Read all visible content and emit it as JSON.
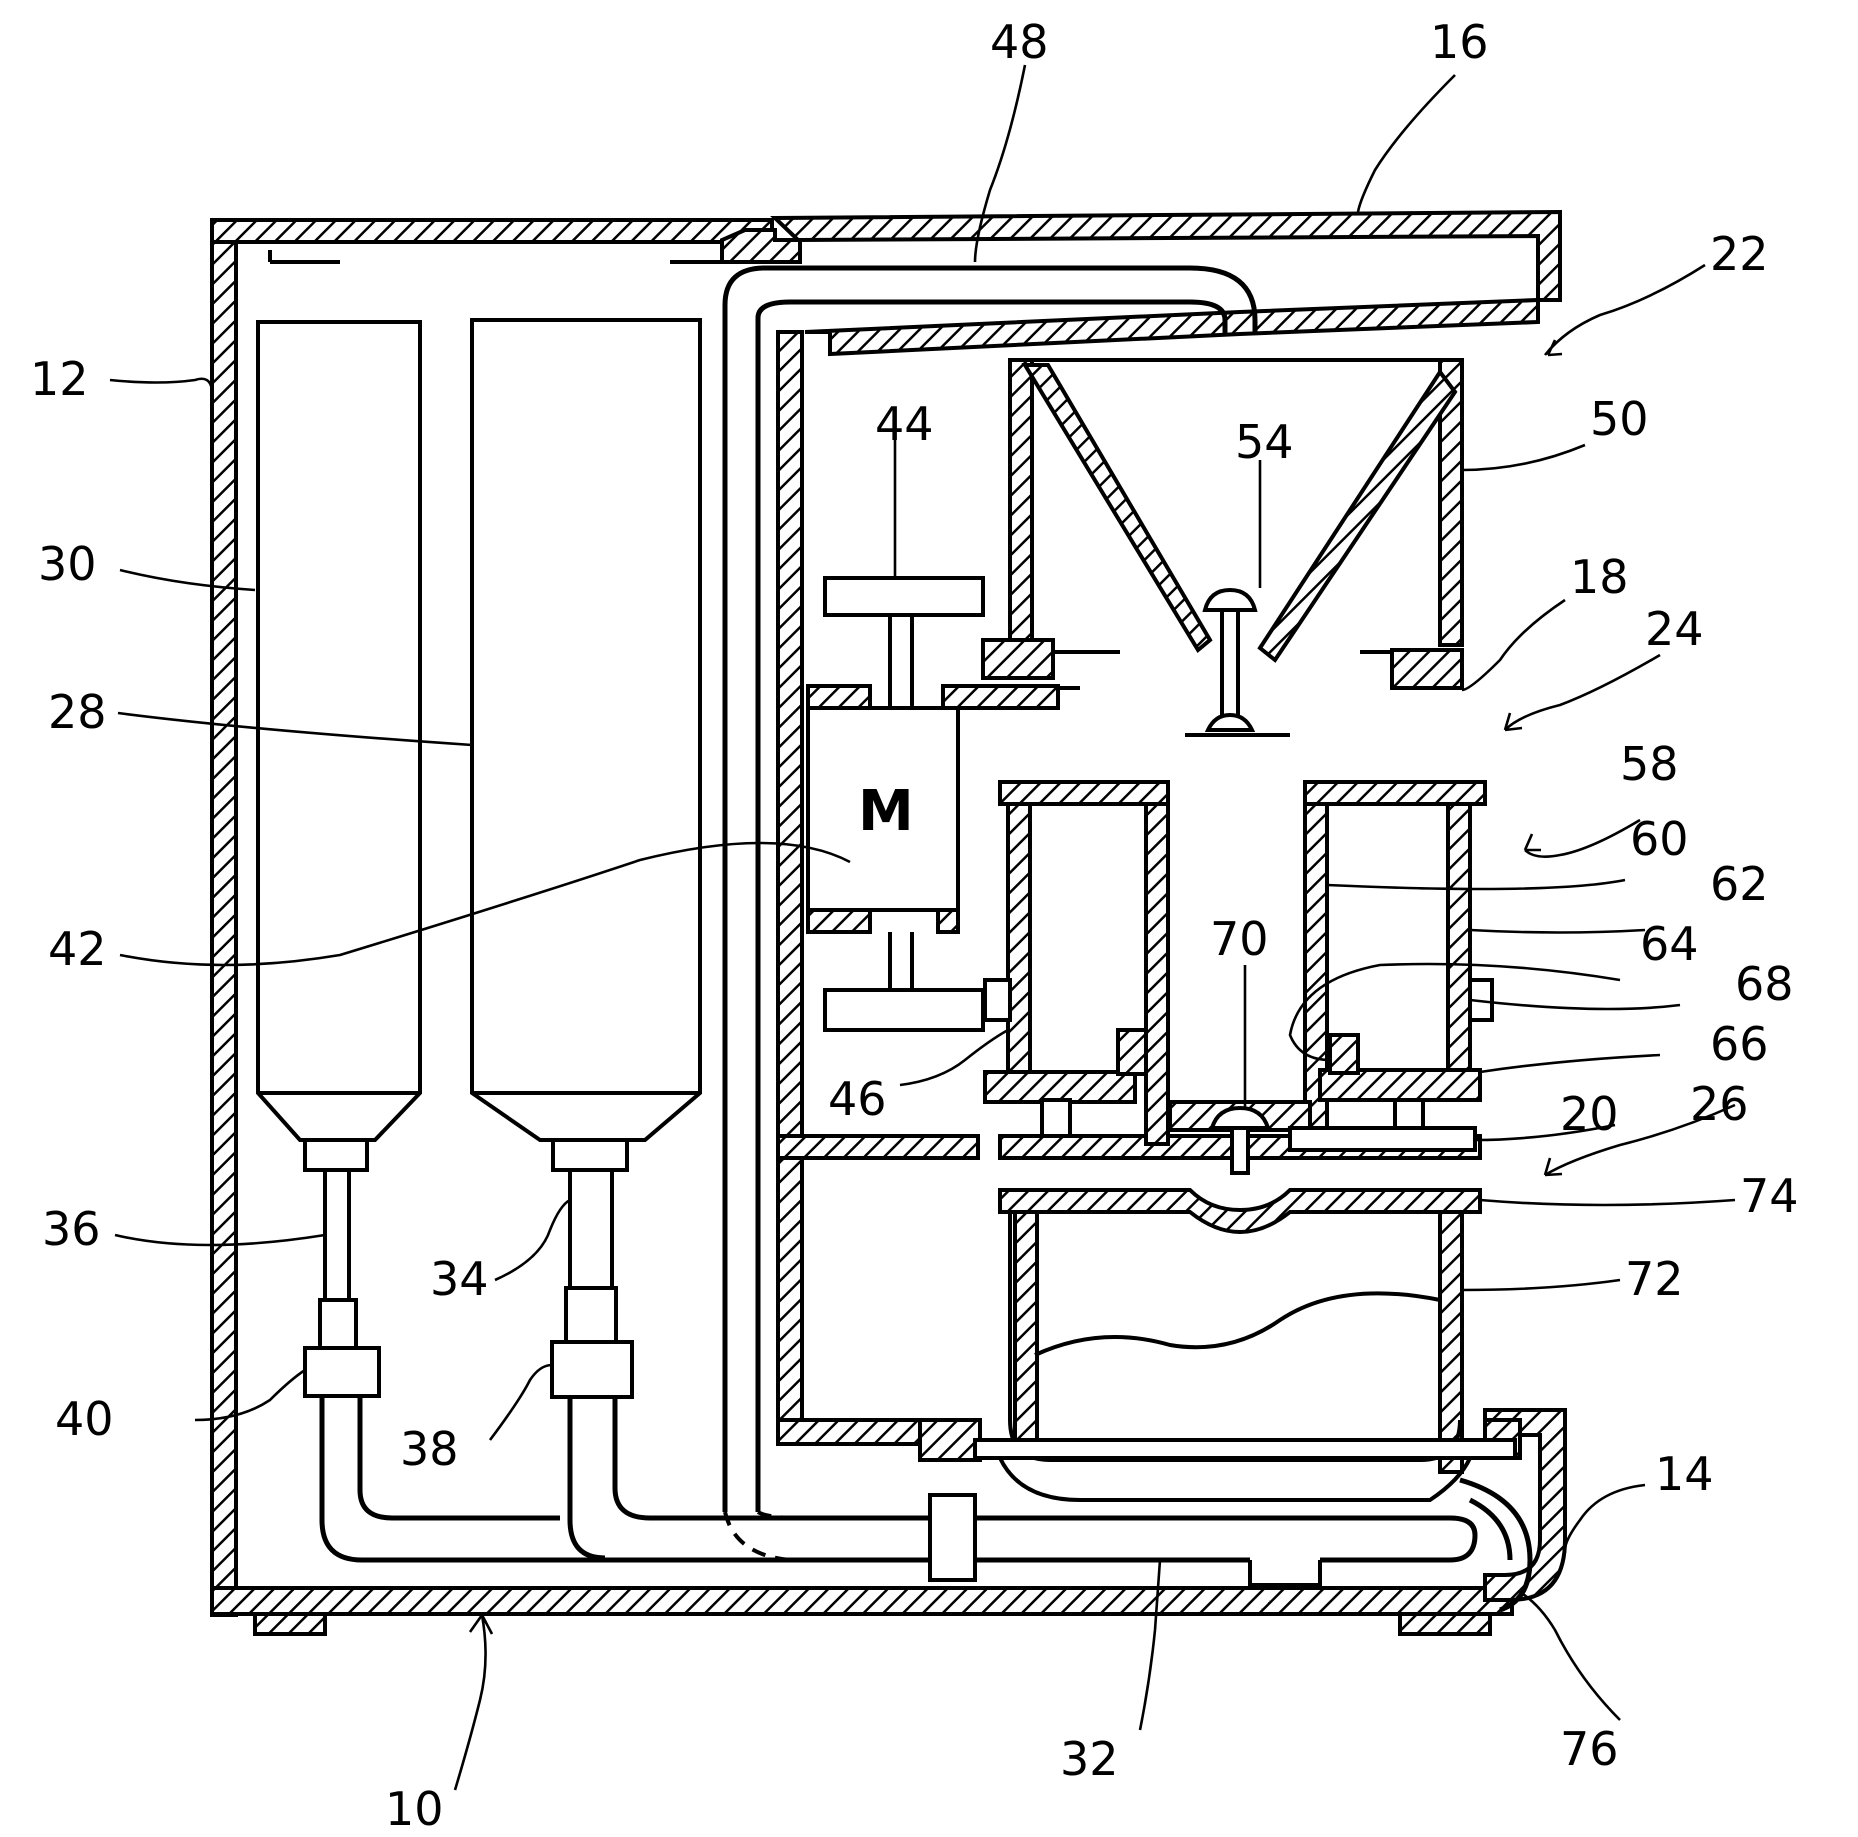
{
  "diagram": {
    "motor_label": "M",
    "labels": [
      {
        "id": "l48",
        "text": "48"
      },
      {
        "id": "l16",
        "text": "16"
      },
      {
        "id": "l22",
        "text": "22"
      },
      {
        "id": "l12",
        "text": "12"
      },
      {
        "id": "l44",
        "text": "44"
      },
      {
        "id": "l54",
        "text": "54"
      },
      {
        "id": "l50",
        "text": "50"
      },
      {
        "id": "l30",
        "text": "30"
      },
      {
        "id": "l18",
        "text": "18"
      },
      {
        "id": "l24",
        "text": "24"
      },
      {
        "id": "l28",
        "text": "28"
      },
      {
        "id": "l58",
        "text": "58"
      },
      {
        "id": "l60",
        "text": "60"
      },
      {
        "id": "l62",
        "text": "62"
      },
      {
        "id": "l42",
        "text": "42"
      },
      {
        "id": "l70",
        "text": "70"
      },
      {
        "id": "l64",
        "text": "64"
      },
      {
        "id": "l68",
        "text": "68"
      },
      {
        "id": "l66",
        "text": "66"
      },
      {
        "id": "l46",
        "text": "46"
      },
      {
        "id": "l20",
        "text": "20"
      },
      {
        "id": "l26",
        "text": "26"
      },
      {
        "id": "l36",
        "text": "36"
      },
      {
        "id": "l34",
        "text": "34"
      },
      {
        "id": "l74",
        "text": "74"
      },
      {
        "id": "l72",
        "text": "72"
      },
      {
        "id": "l40",
        "text": "40"
      },
      {
        "id": "l38",
        "text": "38"
      },
      {
        "id": "l14",
        "text": "14"
      },
      {
        "id": "l76",
        "text": "76"
      },
      {
        "id": "l32",
        "text": "32"
      },
      {
        "id": "l10",
        "text": "10"
      }
    ]
  }
}
